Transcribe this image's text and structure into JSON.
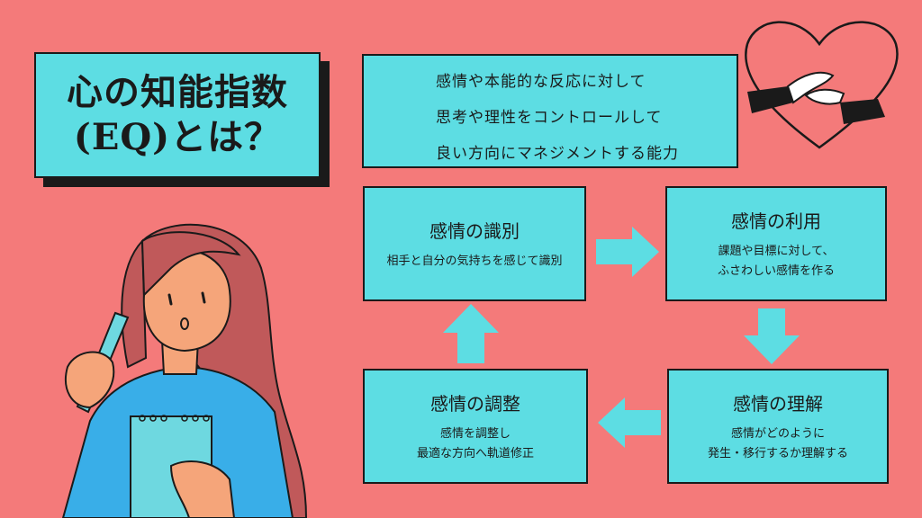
{
  "title": {
    "line1": "心の知能指数",
    "line2": "(EQ)とは？"
  },
  "intro": {
    "lines": [
      "感情や本能的な反応に対して",
      "思考や理性をコントロールして",
      "良い方向にマネジメントする能力"
    ]
  },
  "steps": [
    {
      "title": "感情の識別",
      "desc1": "相手と自分の気持ちを感じて識別",
      "desc2": ""
    },
    {
      "title": "感情の利用",
      "desc1": "課題や目標に対して、",
      "desc2": "ふさわしい感情を作る"
    },
    {
      "title": "感情の理解",
      "desc1": "感情がどのように",
      "desc2": "発生・移行するか理解する"
    },
    {
      "title": "感情の調整",
      "desc1": "感情を調整し",
      "desc2": "最適な方向へ軌道修正"
    }
  ],
  "icons": [
    "heart-hands-icon",
    "woman-thinking-illustration",
    "arrow-right-icon",
    "arrow-down-icon",
    "arrow-left-icon",
    "arrow-up-icon"
  ],
  "colors": {
    "background": "#F47A7A",
    "panel": "#5DDDE3",
    "arrow": "#5DDDE3",
    "outline": "#1a1a1a"
  }
}
